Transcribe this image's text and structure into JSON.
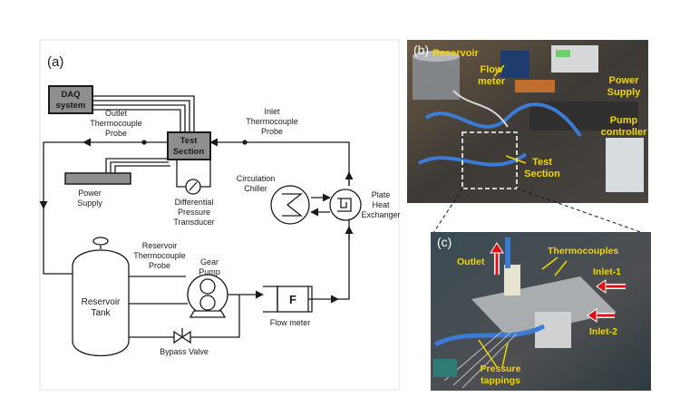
{
  "schematic": {
    "panel_label": "(a)",
    "daq": [
      "DAQ",
      "system"
    ],
    "outlet_probe": [
      "Outlet",
      "Thermocouple",
      "Probe"
    ],
    "test_section": [
      "Test",
      "Section"
    ],
    "inlet_probe": [
      "Inlet",
      "Thermocouple",
      "Probe"
    ],
    "power_supply": [
      "Power",
      "Supply"
    ],
    "diff_pressure": [
      "Differential",
      "Pressure",
      "Transducer"
    ],
    "chiller": [
      "Circulation",
      "Chiller"
    ],
    "plate_hx": [
      "Plate",
      "Heat",
      "Exchanger"
    ],
    "reservoir_probe": [
      "Reservoir",
      "Thermocouple",
      "Probe"
    ],
    "gear_pump": [
      "Gear",
      "Pump"
    ],
    "reservoir_tank": [
      "Reservoir",
      "Tank"
    ],
    "flow_meter_symbol": "F",
    "flow_meter": "Flow meter",
    "bypass_valve": "Bypass Valve"
  },
  "photo_b": {
    "panel_label": "(b)",
    "reservoir": "Reservoir",
    "flow_meter": [
      "Flow",
      "meter"
    ],
    "power_supply": [
      "Power",
      "Supply"
    ],
    "pump_controller": [
      "Pump",
      "controller"
    ],
    "test_section": [
      "Test",
      "Section"
    ]
  },
  "photo_c": {
    "panel_label": "(c)",
    "outlet": "Outlet",
    "thermocouples": "Thermocouples",
    "inlet1": "Inlet-1",
    "inlet2": "Inlet-2",
    "pressure_tappings": [
      "Pressure",
      "tappings"
    ]
  },
  "colors": {
    "line": "#1a1a1a",
    "box_fill": "#8f8f8f",
    "photo_label": "#f2d600",
    "highlight_box": "#ffffff"
  }
}
